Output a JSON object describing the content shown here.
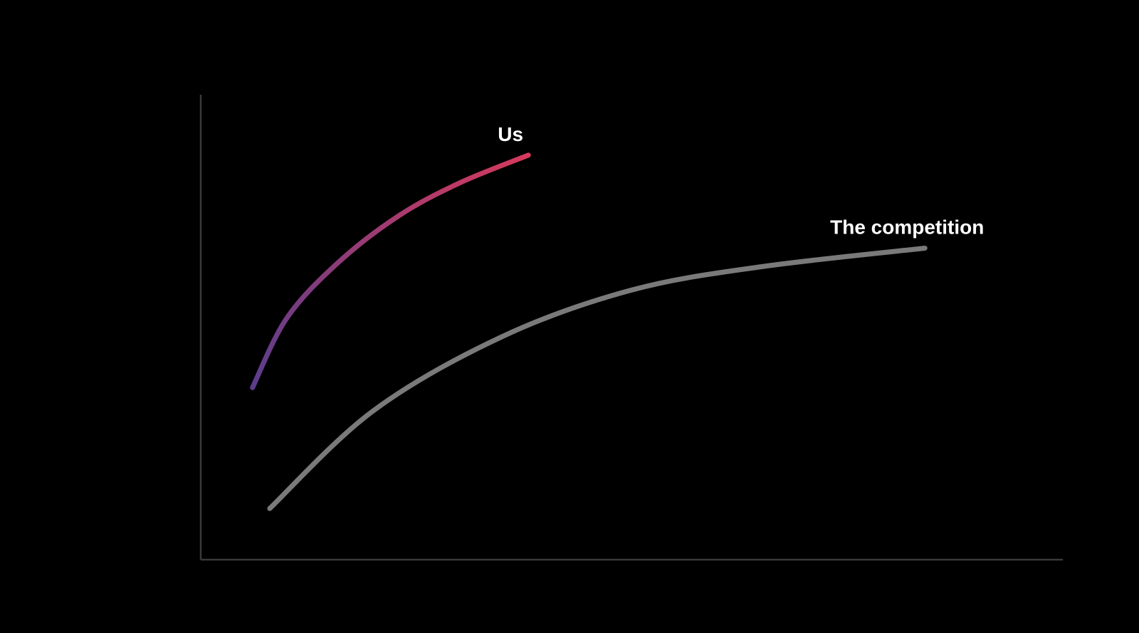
{
  "chart_data": {
    "type": "line",
    "title": "",
    "xlabel": "",
    "ylabel": "",
    "xlim": [
      0,
      100
    ],
    "ylim": [
      0,
      100
    ],
    "grid": false,
    "axis_color": "#3a3a3a",
    "background": "#000000",
    "series": [
      {
        "name": "Us",
        "gradient": [
          "#5b3d8c",
          "#d63a5c"
        ],
        "points": [
          [
            6,
            37
          ],
          [
            10,
            52
          ],
          [
            16,
            64
          ],
          [
            23,
            74
          ],
          [
            30,
            81
          ],
          [
            38,
            87
          ]
        ]
      },
      {
        "name": "The competition",
        "color": "#7a7a7a",
        "points": [
          [
            8,
            11
          ],
          [
            20,
            32
          ],
          [
            35,
            48
          ],
          [
            50,
            58
          ],
          [
            65,
            63
          ],
          [
            84,
            67
          ]
        ]
      }
    ]
  }
}
